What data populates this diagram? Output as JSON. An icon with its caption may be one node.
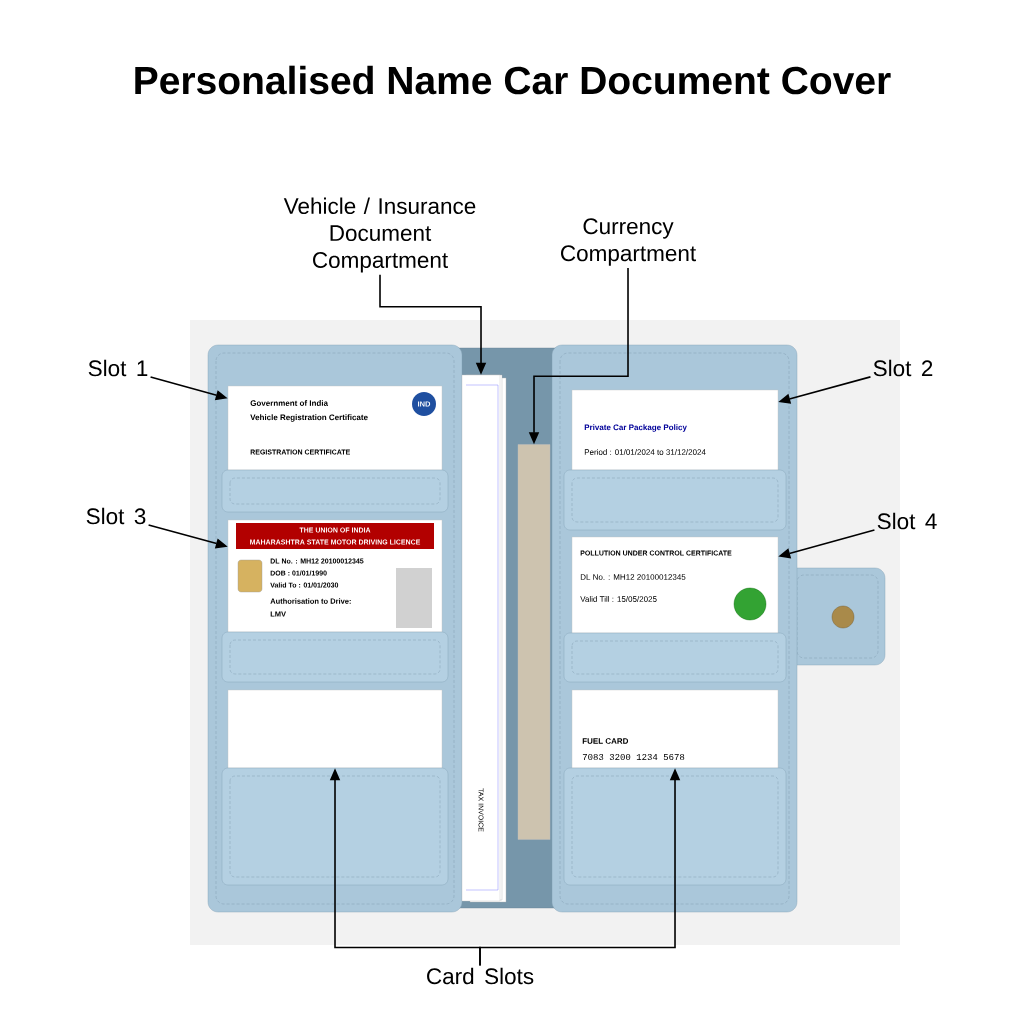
{
  "diagram": {
    "title": "Personalised Name Car Document Cover",
    "nodes": [
      {
        "text": [
          "Slot 1"
        ]
      },
      {
        "text": [
          "Slot 2"
        ]
      },
      {
        "text": [
          "Slot 3"
        ]
      },
      {
        "text": [
          "Slot 4"
        ]
      },
      {
        "text": [
          "Vehicle / Insurance Document Compartment"
        ]
      },
      {
        "text": [
          "Currency Compartment"
        ]
      },
      {
        "text": [
          "Card Slots"
        ]
      },
      {
        "text": [
          "Government of India",
          "Vehicle Registration Certificate",
          "REGISTRATION CERTIFICATE",
          "IND"
        ]
      },
      {
        "text": [
          "Private Car Package Policy",
          "Period : 01/01/2024 to 31/12/2024"
        ]
      },
      {
        "text": [
          "THE UNION OF INDIA",
          "MAHARASHTRA STATE MOTOR DRIVING LICENCE",
          "DL No. : MH12 20100012345",
          "DOB : 01/01/1990",
          "Valid To : 01/01/2030",
          "Authorisation to Drive:",
          "LMV"
        ]
      },
      {
        "text": [
          "POLLUTION UNDER CONTROL CERTIFICATE",
          "DL No. : MH12 20100012345",
          "Valid Till : 15/05/2025"
        ]
      },
      {
        "text": [],
        "shape": "box"
      },
      {
        "text": [
          "FUEL CARD",
          "7083 3200 1234 5678"
        ]
      },
      {
        "text": [
          "TAX INVOICE"
        ]
      },
      {
        "text": [],
        "shape": "box"
      }
    ],
    "edges": [
      {
        "from": 0,
        "to": 7,
        "arrow": "to"
      },
      {
        "from": 1,
        "to": 8,
        "arrow": "to"
      },
      {
        "from": 2,
        "to": 9,
        "arrow": "to"
      },
      {
        "from": 3,
        "to": 10,
        "arrow": "to"
      },
      {
        "from": 4,
        "to": 13,
        "arrow": "to"
      },
      {
        "from": 5,
        "to": 14,
        "arrow": "to"
      },
      {
        "from": 6,
        "to": 11,
        "arrow": "to"
      },
      {
        "from": 6,
        "to": 12,
        "arrow": "to"
      }
    ]
  }
}
